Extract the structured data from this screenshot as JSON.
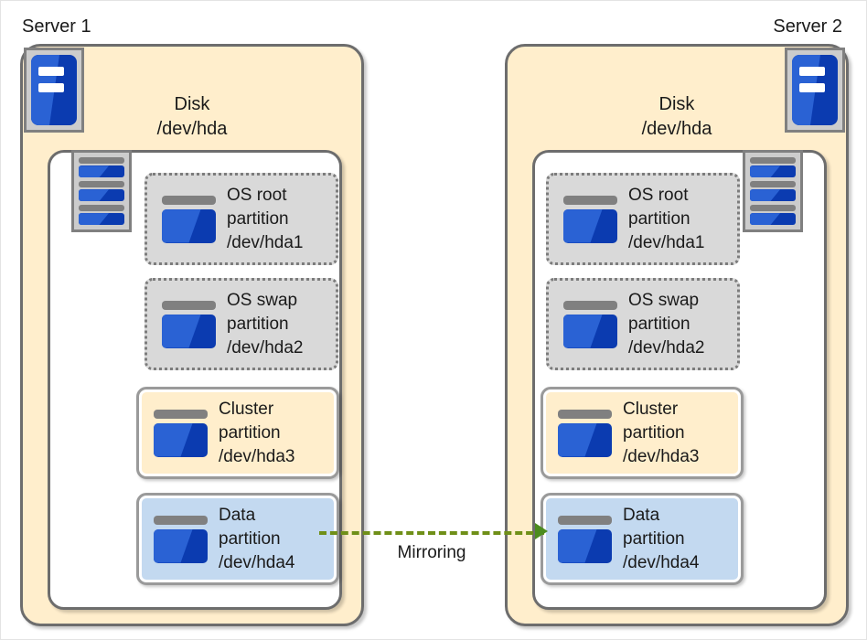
{
  "colors": {
    "chassis_fill": "#ffeecc",
    "chassis_border": "#6d6d6d",
    "disk_fill": "#ffffff",
    "os_partition_fill": "#d9d9d9",
    "os_partition_border": "#7c7c7c",
    "cluster_partition_fill": "#ffeecc",
    "data_partition_fill": "#c3d9f0",
    "icon_blue_dark": "#0b3bb0",
    "icon_blue_light": "#2a62d4",
    "icon_gray": "#808080",
    "mirror_green": "#6f8f18"
  },
  "servers": [
    {
      "label": "Server 1",
      "icon": "server-tower-icon",
      "disk": {
        "title": "Disk",
        "device": "/dev/hda",
        "stack_icon": "disk-stack-icon",
        "partitions": [
          {
            "name": "OS root\npartition\n/dev/hda1",
            "kind": "os",
            "icon": "partition-card-icon"
          },
          {
            "name": "OS swap\npartition\n/dev/hda2",
            "kind": "os",
            "icon": "partition-card-icon"
          },
          {
            "name": "Cluster\npartition\n/dev/hda3",
            "kind": "cluster",
            "icon": "partition-card-icon"
          },
          {
            "name": "Data\npartition\n/dev/hda4",
            "kind": "data",
            "icon": "partition-card-icon"
          }
        ]
      }
    },
    {
      "label": "Server 2",
      "icon": "server-tower-icon",
      "disk": {
        "title": "Disk",
        "device": "/dev/hda",
        "stack_icon": "disk-stack-icon",
        "partitions": [
          {
            "name": "OS root\npartition\n/dev/hda1",
            "kind": "os",
            "icon": "partition-card-icon"
          },
          {
            "name": "OS swap\npartition\n/dev/hda2",
            "kind": "os",
            "icon": "partition-card-icon"
          },
          {
            "name": "Cluster\npartition\n/dev/hda3",
            "kind": "cluster",
            "icon": "partition-card-icon"
          },
          {
            "name": "Data\npartition\n/dev/hda4",
            "kind": "data",
            "icon": "partition-card-icon"
          }
        ]
      }
    }
  ],
  "connector": {
    "label": "Mirroring",
    "style": "dashed-arrow-right",
    "icon": "arrow-right-icon"
  }
}
